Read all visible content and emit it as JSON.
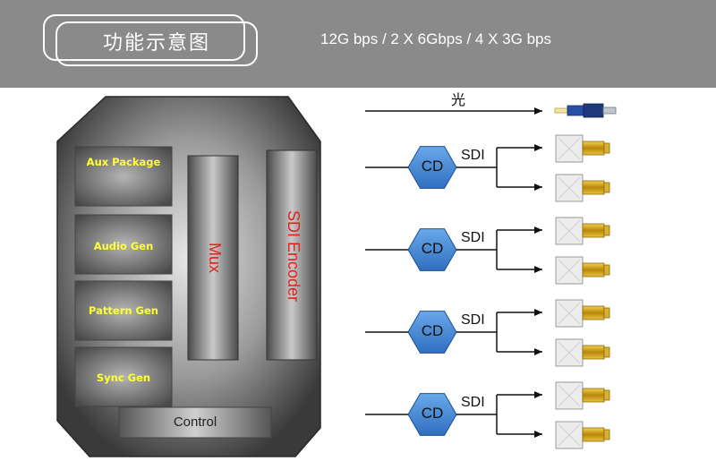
{
  "header": {
    "title": "功能示意图",
    "subtitle": "12G bps / 2 X 6Gbps / 4 X 3G bps"
  },
  "blocks": {
    "aux_package": "Aux Package",
    "audio_gen": "Audio Gen",
    "pattern_gen": "Pattern Gen",
    "sync_gen": "Sync Gen",
    "mux": "Mux",
    "sdi_encoder": "SDI Encoder",
    "control": "Control"
  },
  "outputs": {
    "optical_label": "光",
    "channels": [
      {
        "cd": "CD",
        "sdi": "SDI"
      },
      {
        "cd": "CD",
        "sdi": "SDI"
      },
      {
        "cd": "CD",
        "sdi": "SDI"
      },
      {
        "cd": "CD",
        "sdi": "SDI"
      }
    ]
  },
  "colors": {
    "header_bg": "#8a8a8a",
    "label_yellow": "#ffff33",
    "label_red": "#e0221e",
    "cd_hex_fill": "#4a8fd8",
    "connector_gold": "#d4a017"
  }
}
